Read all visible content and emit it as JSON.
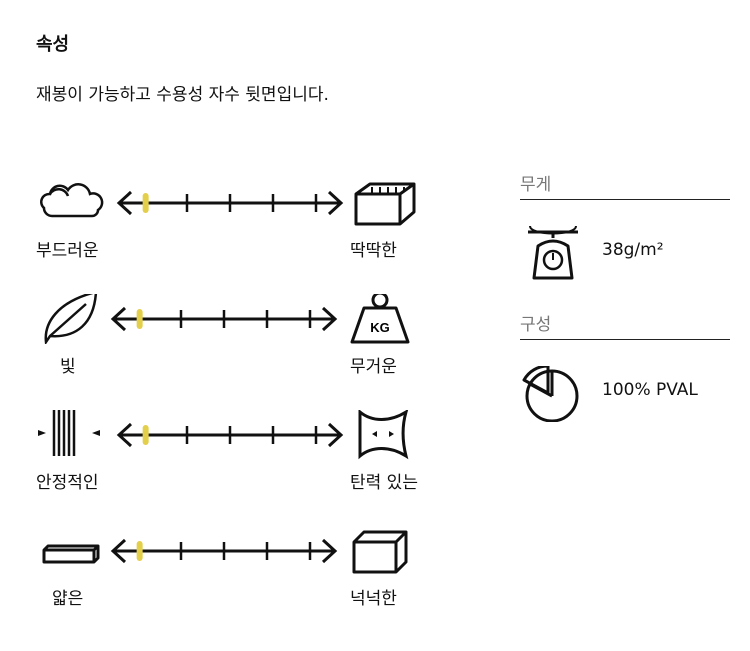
{
  "heading": "속성",
  "description": "재봉이 가능하고 수용성 자수 뒷면입니다.",
  "scales": [
    {
      "left_label": "부드러운",
      "right_label": "딱딱한",
      "left_icon": "cloud-icon",
      "right_icon": "brick-icon",
      "value": 0.12
    },
    {
      "left_label": "빛",
      "right_label": "무거운",
      "left_icon": "feather-icon",
      "right_icon": "kg-weight-icon",
      "value": 0.12,
      "weight_text": "KG"
    },
    {
      "left_label": "안정적인",
      "right_label": "탄력 있는",
      "left_icon": "stable-lines-icon",
      "right_icon": "stretch-icon",
      "value": 0.12
    },
    {
      "left_label": "얇은",
      "right_label": "넉넉한",
      "left_icon": "thin-block-icon",
      "right_icon": "thick-block-icon",
      "value": 0.12
    }
  ],
  "marker_color": "#e3cf4a",
  "weight": {
    "label": "무게",
    "value": "38g/m²"
  },
  "composition": {
    "label": "구성",
    "value": "100% PVAL"
  }
}
